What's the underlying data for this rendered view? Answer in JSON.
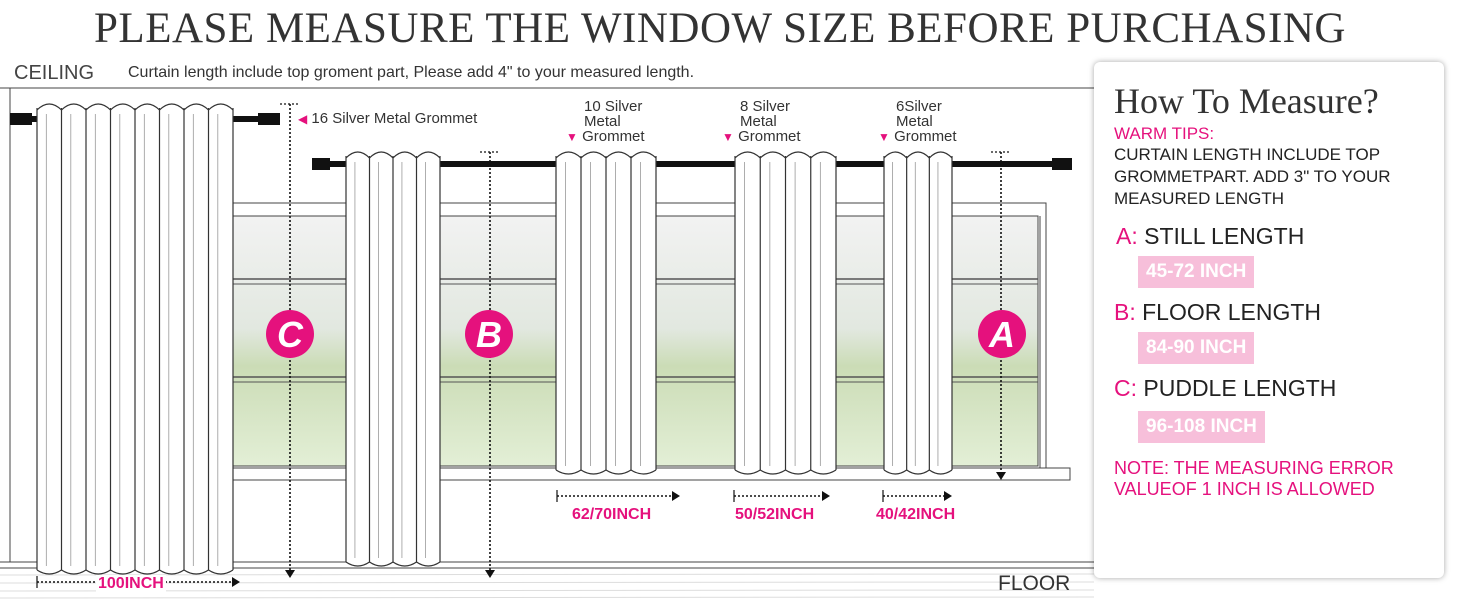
{
  "header": {
    "title": "PLEASE MEASURE THE WINDOW SIZE BEFORE PURCHASING",
    "ceiling_label": "CEILING",
    "length_note": "Curtain length include top groment part, Please add 4\" to your measured length.",
    "floor_label": "FLOOR"
  },
  "grommets": {
    "g16": "16 Silver Metal Grommet",
    "g10": [
      "10 Silver",
      "Metal",
      "Grommet"
    ],
    "g8": [
      "8 Silver",
      "Metal",
      "Grommet"
    ],
    "g6": [
      "6Silver",
      "Metal",
      "Grommet"
    ]
  },
  "widths": [
    "100INCH",
    "62/70INCH",
    "50/52INCH",
    "40/42INCH"
  ],
  "markers": {
    "a": "A",
    "b": "B",
    "c": "C"
  },
  "panel": {
    "title": "How To Measure?",
    "warm_tips_label": "WARM TIPS:",
    "warm_tips_text": "CURTAIN LENGTH INCLUDE TOP GROMMETPART. ADD 3\" TO YOUR MEASURED LENGTH",
    "items": [
      {
        "letter": "A:",
        "label": "STILL LENGTH",
        "range": "45-72 INCH"
      },
      {
        "letter": "B:",
        "label": "FLOOR LENGTH",
        "range": "84-90 INCH"
      },
      {
        "letter": "C:",
        "label": "PUDDLE LENGTH",
        "range": "96-108 INCH"
      }
    ],
    "note": "NOTE: THE MEASURING ERROR VALUEOF 1 INCH IS ALLOWED"
  },
  "colors": {
    "accent": "#e5117d",
    "range_bg": "#f7bfda",
    "sky": "#ececec",
    "grass": "#cfe3b8"
  }
}
